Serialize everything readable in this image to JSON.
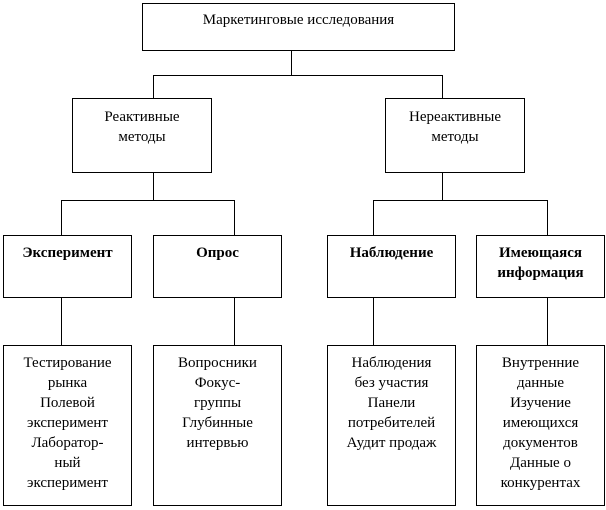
{
  "root": {
    "label": "Маркетинговые исследования"
  },
  "categories": [
    {
      "label_lines": [
        "Реактивные",
        "методы"
      ]
    },
    {
      "label_lines": [
        "Нереактивные",
        "методы"
      ]
    }
  ],
  "methods": [
    {
      "label_lines": [
        "Эксперимент"
      ],
      "items": [
        "Тестирование",
        "рынка",
        "Полевой",
        "эксперимент",
        "Лаборатор-",
        "ный",
        "эксперимент"
      ]
    },
    {
      "label_lines": [
        "Опрос"
      ],
      "items": [
        "Вопросники",
        "Фокус-",
        "группы",
        "Глубинные",
        "интервью"
      ]
    },
    {
      "label_lines": [
        "Наблюдение"
      ],
      "items": [
        "Наблюдения",
        "без участия",
        "Панели",
        "потребителей",
        "Аудит продаж"
      ]
    },
    {
      "label_lines": [
        "Имеющаяся",
        "информация"
      ],
      "items": [
        "Внутренние",
        "данные",
        "Изучение",
        "имеющихся",
        "документов",
        "Данные о",
        "конкурентах"
      ]
    }
  ]
}
